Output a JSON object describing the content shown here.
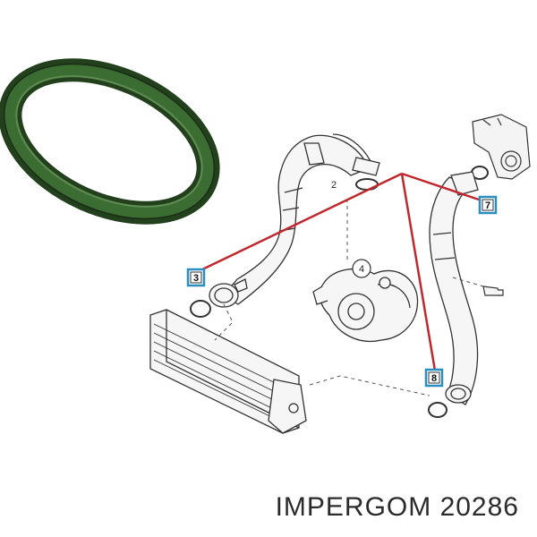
{
  "product": {
    "caption": "IMPERGOM 20286"
  },
  "diagram": {
    "plain_labels": [
      "2",
      "4"
    ],
    "callouts": [
      "3",
      "7",
      "8"
    ],
    "leader_color": "#c0282e",
    "callout_border_color": "#2a8fbf",
    "seal_color": "#2f5a27"
  }
}
